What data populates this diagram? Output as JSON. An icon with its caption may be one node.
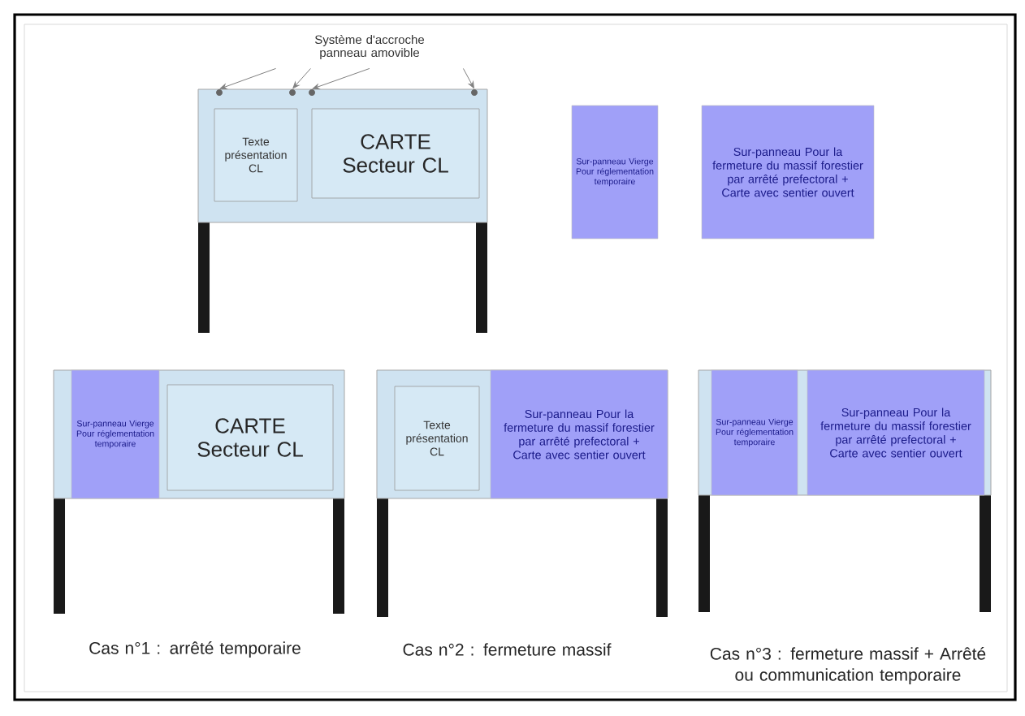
{
  "diagram": {
    "nodes": [
      {
        "text": [
          "Système d'accroche panneau amovible"
        ]
      },
      {
        "text": [],
        "shape": "box"
      },
      {
        "text": [],
        "shape": "circle",
        "in": 1
      },
      {
        "text": [],
        "shape": "circle",
        "in": 1
      },
      {
        "text": [],
        "shape": "circle",
        "in": 1
      },
      {
        "text": [],
        "shape": "circle",
        "in": 1
      },
      {
        "text": [
          "Texte présentation CL"
        ],
        "in": 1
      },
      {
        "text": [
          "CARTE Secteur CL"
        ],
        "in": 1
      },
      {
        "text": [
          "Sur-panneau Vierge Pour réglementation temporaire"
        ]
      },
      {
        "text": [
          "Sur-panneau Pour la fermeture du massif forestier par arrêté prefectoral + Carte avec sentier ouvert"
        ]
      },
      {
        "text": [],
        "shape": "box"
      },
      {
        "text": [
          "Sur-panneau Vierge Pour réglementation temporaire"
        ],
        "in": 10
      },
      {
        "text": [
          "CARTE Secteur CL"
        ],
        "in": 10
      },
      {
        "text": [],
        "shape": "box"
      },
      {
        "text": [
          "Texte présentation CL"
        ],
        "in": 13
      },
      {
        "text": [
          "Sur-panneau Pour la fermeture du massif forestier par arrêté prefectoral + Carte avec sentier ouvert"
        ],
        "in": 13
      },
      {
        "text": [],
        "shape": "box"
      },
      {
        "text": [
          "Sur-panneau Vierge Pour réglementation temporaire"
        ],
        "in": 16
      },
      {
        "text": [
          "Sur-panneau Pour la fermeture du massif forestier par arrêté prefectoral + Carte avec sentier ouvert"
        ],
        "in": 16
      }
    ],
    "edges": [
      {
        "from": 0,
        "to": 2,
        "arrow": "to"
      },
      {
        "from": 0,
        "to": 3,
        "arrow": "to"
      },
      {
        "from": 0,
        "to": 4,
        "arrow": "to"
      },
      {
        "from": 0,
        "to": 5,
        "arrow": "to"
      }
    ],
    "labels": [
      "Cas n°1 : arrêté temporaire",
      "Cas n°2 : fermeture massif",
      "Cas n°3 : fermeture massif + Arrêté ou communication temporaire"
    ]
  }
}
